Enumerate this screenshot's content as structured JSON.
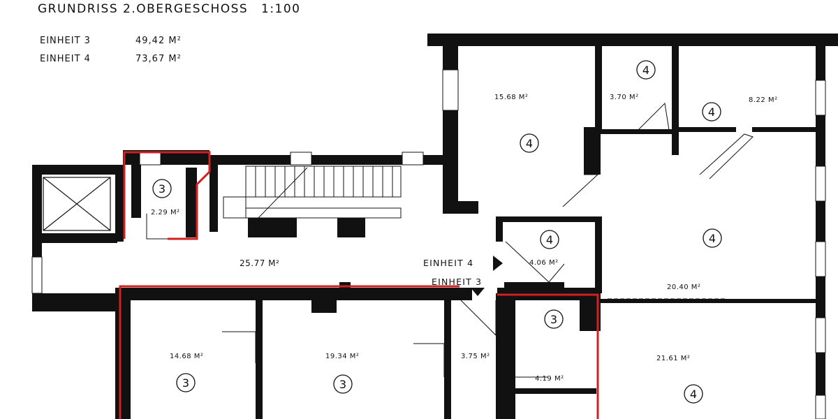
{
  "header": {
    "title": "GRUNDRISS 2.OBERGESCHOSS",
    "scale": "1:100"
  },
  "legend": [
    {
      "label": "EINHEIT 3",
      "area": "49,42  M²"
    },
    {
      "label": "EINHEIT 4",
      "area": "73,67  M²"
    }
  ],
  "rooms": [
    {
      "id": "r-15-68",
      "area": "15.68 M²",
      "unit": "4"
    },
    {
      "id": "r-3-70",
      "area": "3.70 M²",
      "unit": "4"
    },
    {
      "id": "r-8-22",
      "area": "8.22 M²",
      "unit": "4"
    },
    {
      "id": "r-2-29",
      "area": "2.29 M²",
      "unit": "3"
    },
    {
      "id": "r-25-77",
      "area": "25.77 M²",
      "unit": ""
    },
    {
      "id": "r-4-06",
      "area": "4.06 M²",
      "unit": "4"
    },
    {
      "id": "r-20-40",
      "area": "20.40 M²",
      "unit": "4"
    },
    {
      "id": "r-14-68",
      "area": "14.68 M²",
      "unit": "3"
    },
    {
      "id": "r-19-34",
      "area": "19.34 M²",
      "unit": "3"
    },
    {
      "id": "r-3-75",
      "area": "3.75 M²",
      "unit": ""
    },
    {
      "id": "r-4-19",
      "area": "4.19 M²",
      "unit": "3"
    },
    {
      "id": "r-21-61",
      "area": "21.61 M²",
      "unit": "4"
    }
  ],
  "entrances": {
    "unit4": "EINHEIT 4",
    "unit3": "EINHEIT 3"
  },
  "colors": {
    "wall": "#111111",
    "unit3_outline": "#d21f1f",
    "background": "#ffffff"
  }
}
